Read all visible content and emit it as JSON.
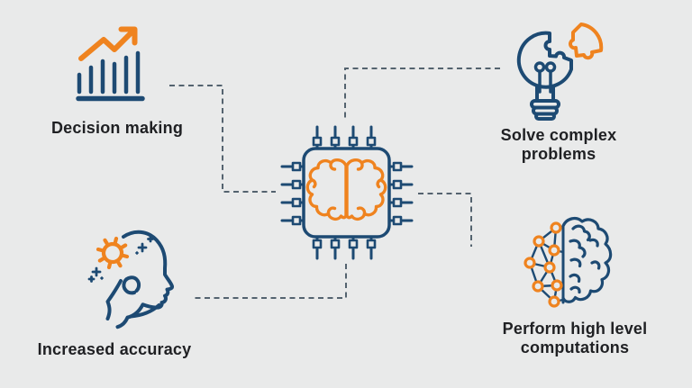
{
  "background": "#e9eaea",
  "palette": {
    "navy": "#1d4a73",
    "orange": "#ef831f",
    "text_dark": "#1f2023",
    "connector": "#54636f"
  },
  "center": {
    "name": "ai-processor-chip",
    "icon": "cpu-brain-icon"
  },
  "features": [
    {
      "name": "decision-making",
      "icon": "bar-chart-growth-icon",
      "lines": [
        "Decision making"
      ]
    },
    {
      "name": "solve-complex-problems",
      "icon": "lightbulb-puzzle-icon",
      "lines": [
        "Solve complex",
        "problems"
      ]
    },
    {
      "name": "increased-accuracy",
      "icon": "human-head-gear-icon",
      "lines": [
        "Increased accuracy"
      ]
    },
    {
      "name": "perform-high-level-computations",
      "icon": "brain-network-icon",
      "lines": [
        "Perform high level",
        "computations"
      ]
    }
  ]
}
